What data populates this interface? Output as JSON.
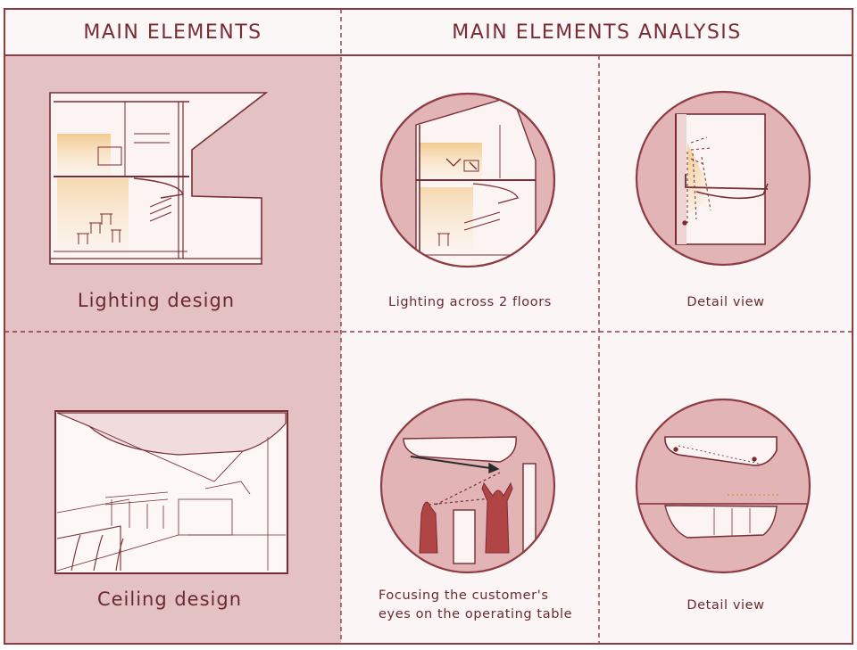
{
  "headers": {
    "left": "MAIN ELEMENTS",
    "right": "MAIN ELEMENTS ANALYSIS"
  },
  "rows": [
    {
      "element_caption": "Lighting design",
      "analysis": [
        {
          "caption": "Lighting across 2 floors"
        },
        {
          "caption": "Detail view"
        }
      ]
    },
    {
      "element_caption": "Ceiling design",
      "analysis": [
        {
          "caption_lines": [
            "Focusing the customer's",
            "eyes on the operating table"
          ]
        },
        {
          "caption": "Detail view"
        }
      ]
    }
  ],
  "colors": {
    "frame": "#8f3b44",
    "left_panel": "#e4c1c2",
    "right_panel": "#fbf5f5",
    "circle_fill": "#e2b4b6",
    "warm_light": "#f3cf97",
    "figure": "#b14444"
  }
}
